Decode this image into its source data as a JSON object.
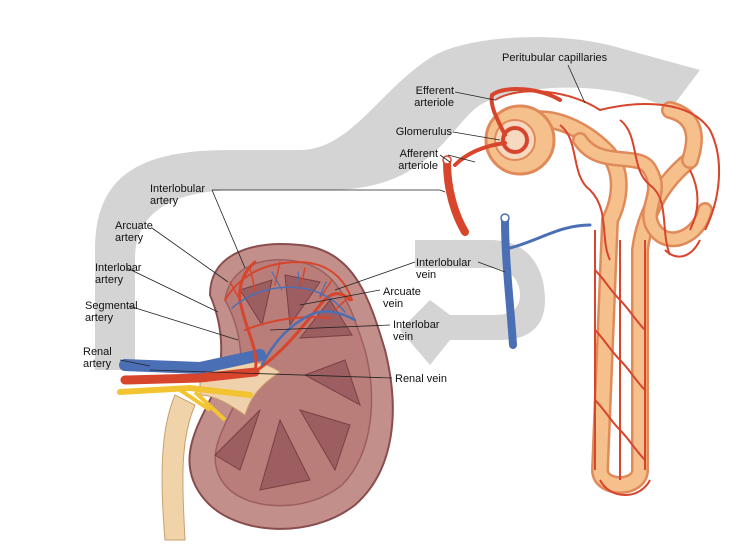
{
  "labels": {
    "peritubular": "Peritubular capillaries",
    "efferent": "Efferent\narteriole",
    "glomerulus": "Glomerulus",
    "afferent": "Afferent\narteriole",
    "interlobular_artery": "Interlobular\nartery",
    "arcuate_artery": "Arcuate\nartery",
    "interlobar_artery": "Interlobar\nartery",
    "segmental_artery": "Segmental\nartery",
    "renal_artery": "Renal\nartery",
    "interlobular_vein": "Interlobular\nvein",
    "arcuate_vein": "Arcuate\nvein",
    "interlobar_vein": "Interlobar\nvein",
    "renal_vein": "Renal vein"
  },
  "colors": {
    "flow_arrow": "#d4d4d4",
    "artery": "#d8452d",
    "vein": "#4a6fb5",
    "tubule": "#f5c08c",
    "tubule_outline": "#e08a5a",
    "kidney_cortex": "#b97e7a",
    "kidney_medulla": "#9c5e60",
    "ureter": "#f0d3a8"
  }
}
